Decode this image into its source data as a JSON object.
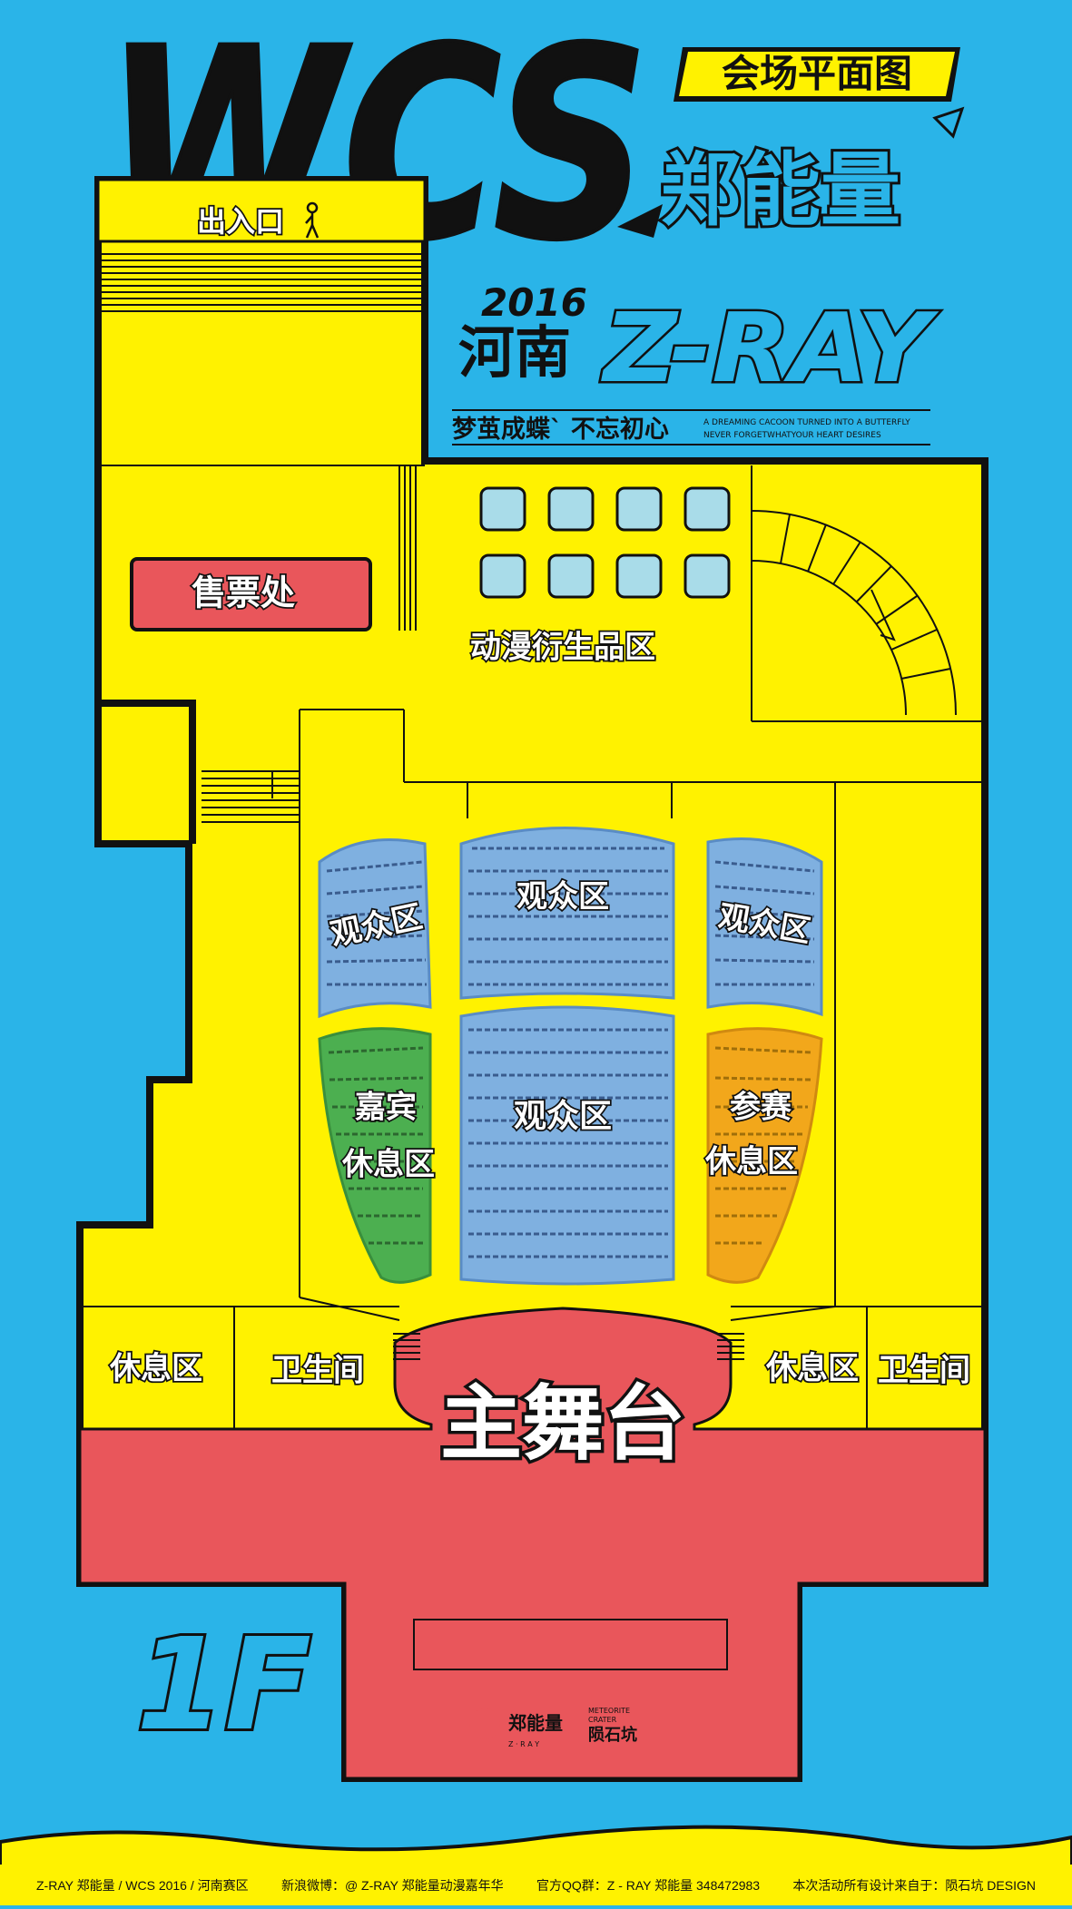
{
  "header": {
    "wcs": "WCS",
    "badge": "会场平面图",
    "brand_cn": "郑能量",
    "year": "2016",
    "region": "河南",
    "zray": "Z-RAY",
    "slogan_cn": "梦茧成蝶` 不忘初心",
    "slogan_en_1": "A DREAMING CACOON TURNED INTO A BUTTERFLY",
    "slogan_en_2": "NEVER FORGETWHATYOUR HEART DESIRES"
  },
  "map": {
    "floor": "1F",
    "entrance": "出入口",
    "ticket_office": "售票处",
    "merch_area": "动漫衍生品区",
    "audience_left": "观众区",
    "audience_center_top": "观众区",
    "audience_right": "观众区",
    "audience_center_bottom": "观众区",
    "vip_lounge_1": "嘉宾",
    "vip_lounge_2": "休息区",
    "contestant_lounge_1": "参赛",
    "contestant_lounge_2": "休息区",
    "lounge_left": "休息区",
    "restroom_left": "卫生间",
    "lounge_right": "休息区",
    "restroom_right": "卫生间",
    "main_stage": "主舞台"
  },
  "logos": {
    "zray_cn": "郑能量",
    "zray_sub": "Z · R A Y",
    "meteorite_1": "METEORITE",
    "meteorite_2": "CRATER",
    "meteorite_cn": "陨石坑"
  },
  "footer": {
    "item1": "Z-RAY 郑能量 / WCS 2016 / 河南赛区",
    "item2": "新浪微博：@ Z-RAY 郑能量动漫嘉年华",
    "item3": "官方QQ群：Z - RAY 郑能量 348472983",
    "item4": "本次活动所有设计来自于：陨石坑 DESIGN"
  },
  "colors": {
    "background": "#2ab4e8",
    "floor": "#fff200",
    "stage": "#e9565b",
    "audience": "#7fb0e0",
    "vip": "#4caf50",
    "contestant": "#f2a71b",
    "booth": "#a9dce9"
  }
}
